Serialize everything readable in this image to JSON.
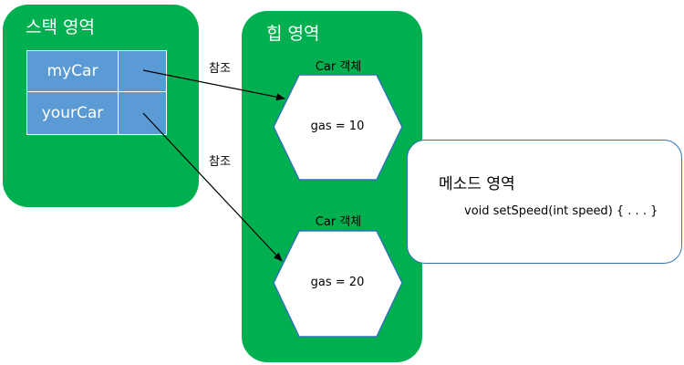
{
  "stack": {
    "title": "스택 영역",
    "rows": [
      {
        "name": "myCar"
      },
      {
        "name": "yourCar"
      }
    ]
  },
  "heap": {
    "title": "힙 영역",
    "objects": [
      {
        "label": "Car 객체",
        "content": "gas = 10"
      },
      {
        "label": "Car 객체",
        "content": "gas = 20"
      }
    ]
  },
  "references": [
    {
      "label": "참조"
    },
    {
      "label": "참조"
    }
  ],
  "method_area": {
    "title": "메소드 영역",
    "signature": "void setSpeed(int speed) { . . . }"
  },
  "colors": {
    "region_green": "#00b050",
    "cell_blue": "#5b9bd5",
    "method_border": "#2e75b6"
  }
}
